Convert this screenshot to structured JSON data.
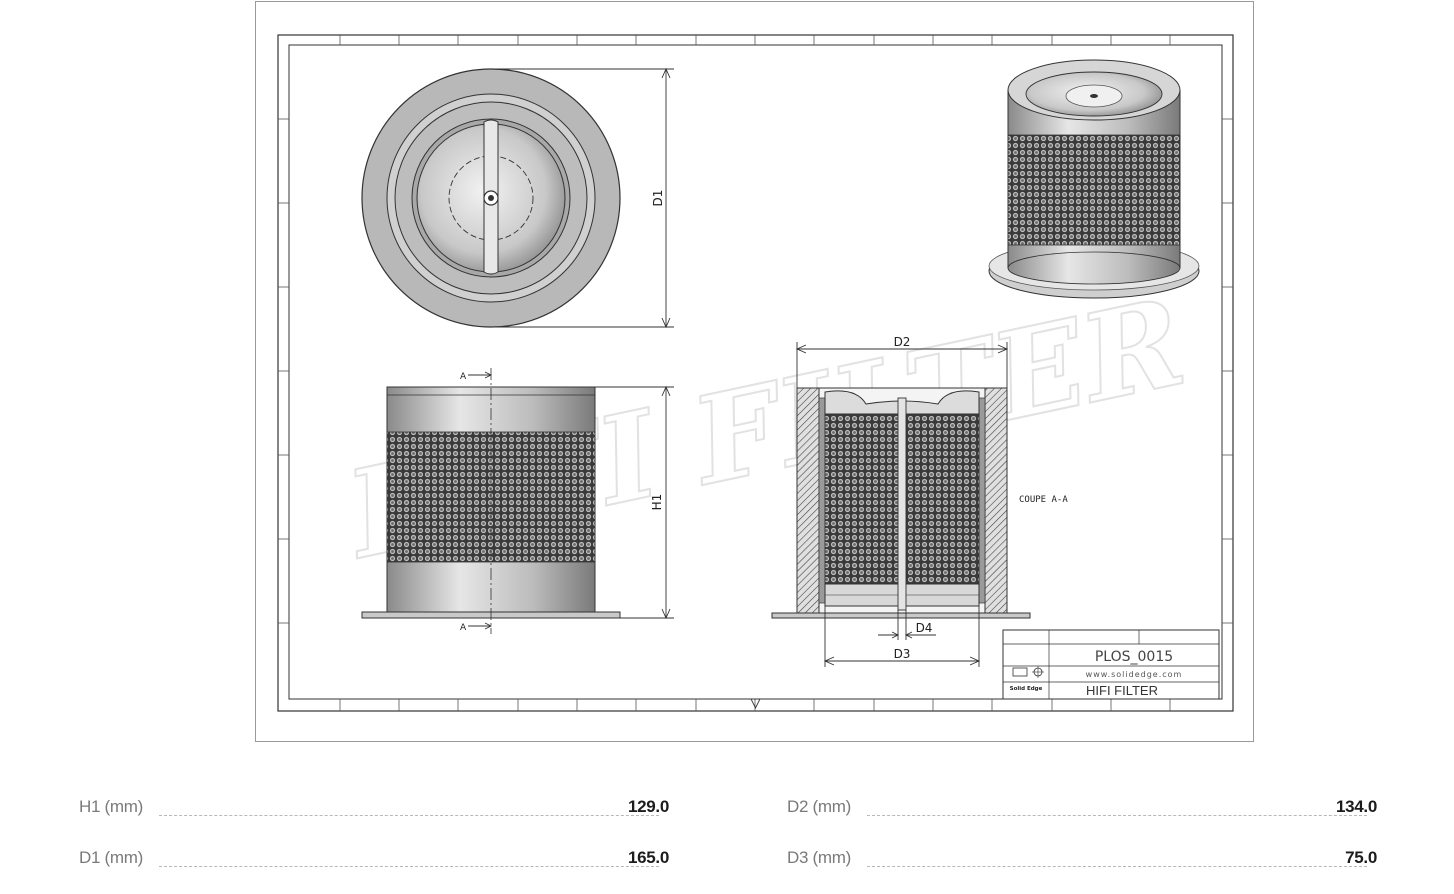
{
  "drawing": {
    "dimension_labels": {
      "d1": "D1",
      "d2": "D2",
      "d3": "D3",
      "d4": "D4",
      "h1": "H1",
      "section_marker": "A",
      "section_title": "COUPE A-A"
    },
    "title_block": {
      "drawing_number": "PLOS_0015",
      "website": "www.solidedge.com",
      "title": "HIFI FILTER",
      "cad_logo": "Solid Edge"
    },
    "watermark": "HIFI FILTER"
  },
  "specs": [
    {
      "label": "H1 (mm)",
      "value": "129.0"
    },
    {
      "label": "D2 (mm)",
      "value": "134.0"
    },
    {
      "label": "D1 (mm)",
      "value": "165.0"
    },
    {
      "label": "D3 (mm)",
      "value": "75.0"
    }
  ],
  "colors": {
    "metal_dark": "#4a4a4a",
    "metal_mid": "#9a9a9a",
    "metal_light": "#d9d9d9",
    "line": "#333333",
    "accent_text": "#1c1c1c",
    "muted_text": "#7a7a7a"
  }
}
